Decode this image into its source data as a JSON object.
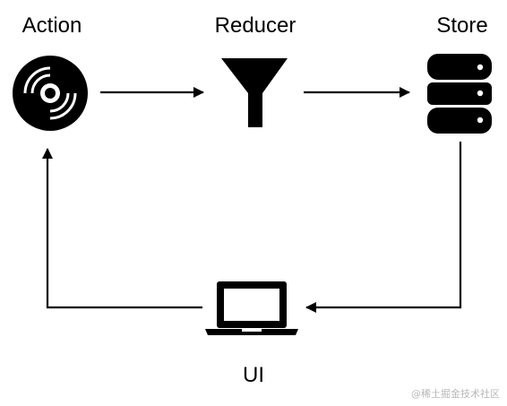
{
  "nodes": {
    "action": {
      "label": "Action",
      "icon": "vinyl-record-icon"
    },
    "reducer": {
      "label": "Reducer",
      "icon": "funnel-icon"
    },
    "store": {
      "label": "Store",
      "icon": "database-icon"
    },
    "ui": {
      "label": "UI",
      "icon": "laptop-icon"
    }
  },
  "edges": [
    {
      "from": "Action",
      "to": "Reducer"
    },
    {
      "from": "Reducer",
      "to": "Store"
    },
    {
      "from": "Store",
      "to": "UI"
    },
    {
      "from": "UI",
      "to": "Action"
    }
  ],
  "watermark": "@稀土掘金技术社区",
  "colors": {
    "ink": "#000000",
    "background": "#ffffff",
    "watermark": "#b8b8b8"
  }
}
